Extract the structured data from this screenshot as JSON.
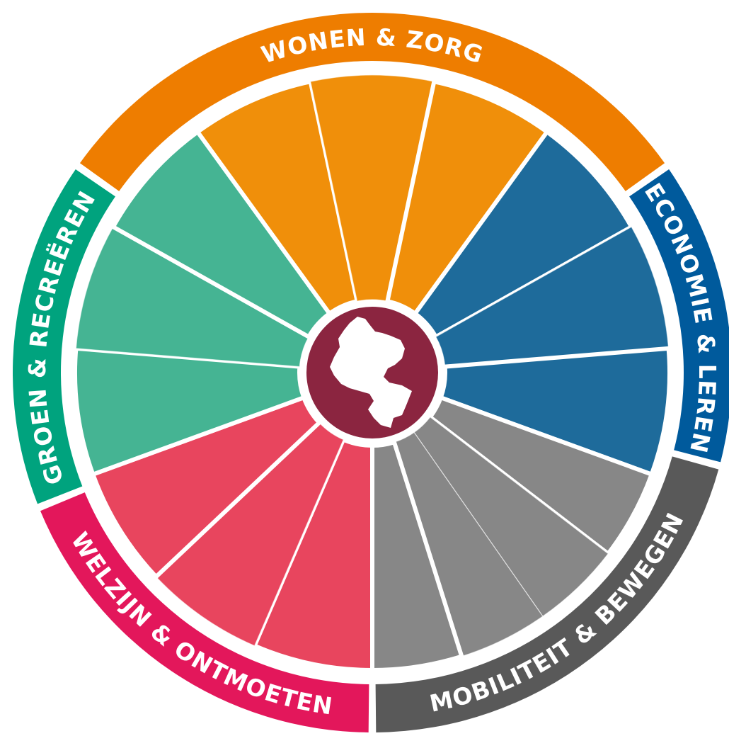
{
  "wheel": {
    "center_emblem": "map-silhouette-icon",
    "center_color": "#8B2540",
    "themes": [
      {
        "label": "WONEN & ZORG",
        "rim_color": "#EE7D00",
        "segment_color": "#F08F0A",
        "segments": 3
      },
      {
        "label": "ECONOMIE & LEREN",
        "rim_color": "#005A9C",
        "segment_color": "#1E6B9B",
        "segments": 3
      },
      {
        "label": "MOBILITEIT & BEWEGEN",
        "rim_color": "#595959",
        "segment_color": "#878787",
        "segments": 4
      },
      {
        "label": "WELZIJN & ONTMOETEN",
        "rim_color": "#E3175B",
        "segment_color": "#E8455E",
        "segments": 3
      },
      {
        "label": "GROEN & RECREËREN",
        "rim_color": "#00A37E",
        "segment_color": "#45B493",
        "segments": 3
      }
    ]
  }
}
